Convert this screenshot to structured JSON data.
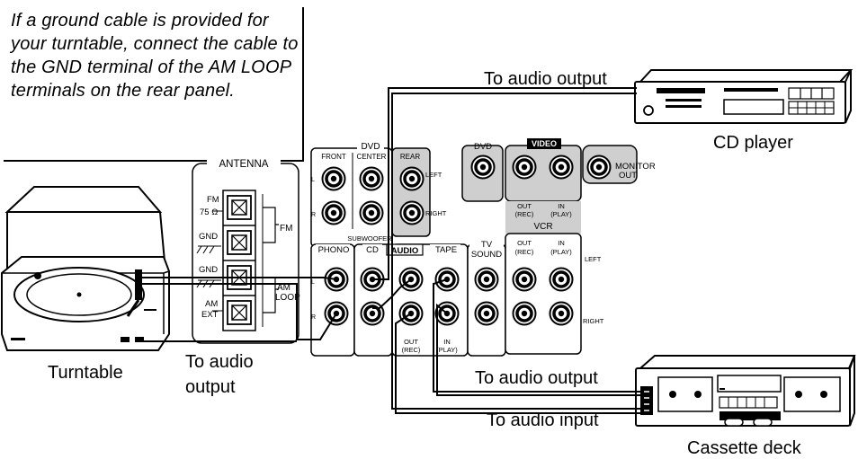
{
  "note": "If a ground cable is provided for your turntable, connect the cable to the GND terminal of the AM LOOP terminals on the rear panel.",
  "devices": {
    "cd_player": "CD player",
    "turntable": "Turntable",
    "cassette_deck": "Cassette deck"
  },
  "connections": {
    "cd_to_audio_output": "To audio output",
    "turntable_to_audio_line1": "To audio",
    "turntable_to_audio_line2": "output",
    "cassette_to_audio_output": "To audio output",
    "cassette_to_audio_input": "To audio input"
  },
  "antenna": {
    "title": "ANTENNA",
    "fm75_line1": "FM",
    "fm75_line2": "75 Ω",
    "gnd1": "GND",
    "gnd2": "GND",
    "am_ext_line1": "AM",
    "am_ext_line2": "EXT",
    "fm": "FM",
    "am_loop_line1": "AM",
    "am_loop_line2": "LOOP"
  },
  "panel": {
    "dvd_group": "DVD",
    "front": "FRONT",
    "center": "CENTER",
    "rear": "REAR",
    "left": "LEFT",
    "right": "RIGHT",
    "l": "L",
    "r": "R",
    "subwoofer": "SUBWOOFER",
    "dvd": "DVD",
    "video": "VIDEO",
    "monitor_out_line1": "MONITOR",
    "monitor_out_line2": "OUT",
    "vcr_out_line1": "OUT",
    "vcr_out_line2": "(REC)",
    "vcr_in_line1": "IN",
    "vcr_in_line2": "(PLAY)",
    "vcr": "VCR",
    "vcr_audio_out_line1": "OUT",
    "vcr_audio_out_line2": "(REC)",
    "vcr_audio_in_line1": "IN",
    "vcr_audio_in_line2": "(PLAY)",
    "left2": "LEFT",
    "right2": "RIGHT",
    "phono": "PHONO",
    "cd": "CD",
    "audio": "AUDIO",
    "tape": "TAPE",
    "tv_line1": "TV",
    "tv_line2": "SOUND",
    "tape_out_line1": "OUT",
    "tape_out_line2": "(REC)",
    "tape_in_line1": "IN",
    "tape_in_line2": "(PLAY)"
  }
}
